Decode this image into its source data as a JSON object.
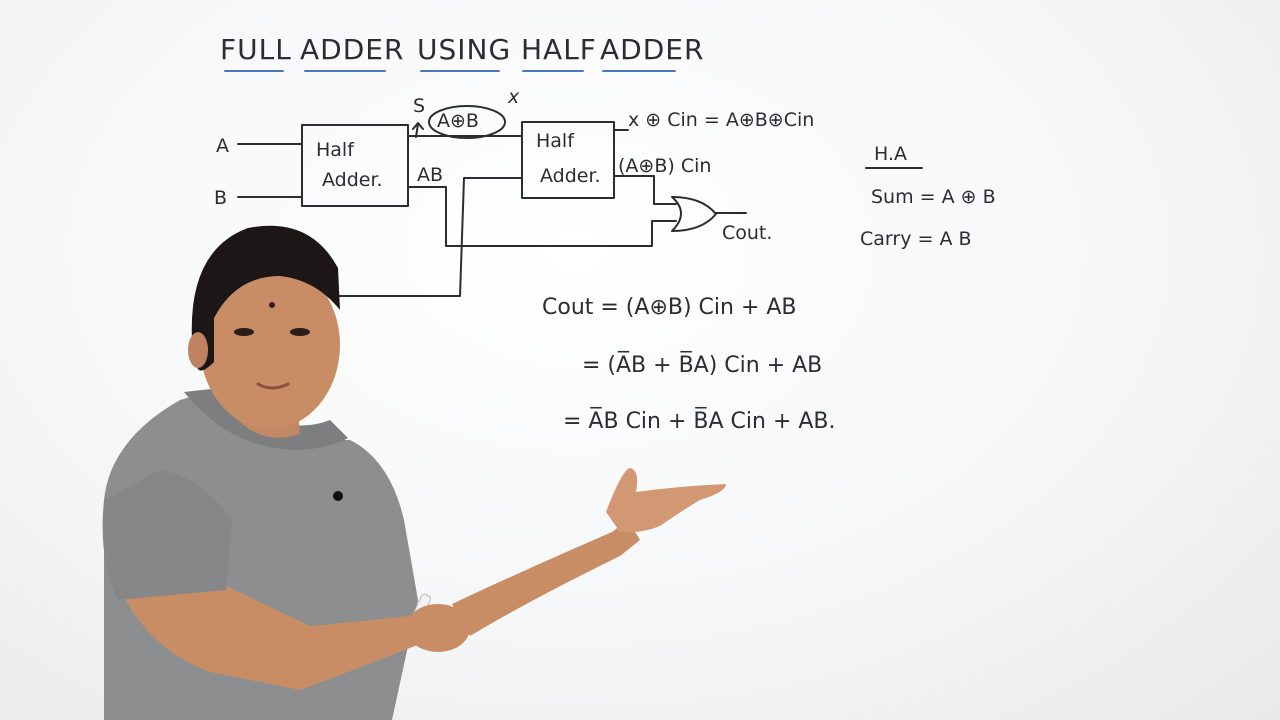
{
  "title": {
    "words": [
      "FULL",
      "ADDER",
      "USING",
      "HALF",
      "ADDER"
    ]
  },
  "circuit": {
    "input_a": "A",
    "input_b": "B",
    "half_adder_1": {
      "line1": "Half",
      "line2": "Adder."
    },
    "half_adder_2": {
      "line1": "Half",
      "line2": "Adder."
    },
    "sum_label": "S",
    "sum_value": "A⊕B",
    "x_label": "x",
    "carry1_label": "AB",
    "sum_output": "x ⊕ Cin = A⊕B⊕Cin",
    "carry2_output": "(A⊕B) Cin",
    "cout_label": "Cout."
  },
  "ha_note": {
    "heading": "H.A",
    "sum": "Sum = A ⊕ B",
    "carry": "Carry = A B"
  },
  "derivation": {
    "line1": "Cout = (A⊕B) Cin + AB",
    "line2": "= (A̅B + B̅A) Cin + AB",
    "line3": "= A̅B Cin + B̅A Cin + AB."
  },
  "colors": {
    "ink": "#2b2d33",
    "underline": "#4a78b8",
    "shirt": "#8c8e90",
    "skin": "#c98d66",
    "hair": "#1c1716"
  }
}
